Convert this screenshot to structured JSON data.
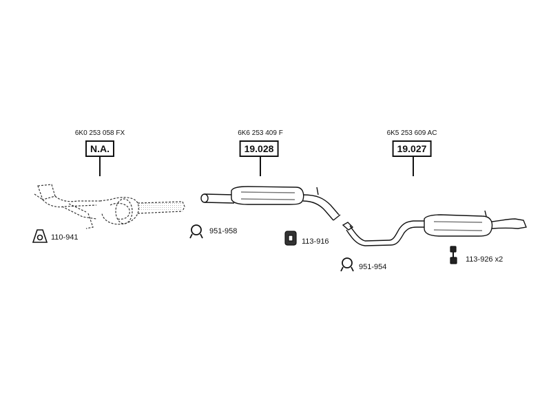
{
  "sections": [
    {
      "oem": "6K0 253 058 FX",
      "ref": "N.A."
    },
    {
      "oem": "6K6 253 409 F",
      "ref": "19.028"
    },
    {
      "oem": "6K5 253 609 AC",
      "ref": "19.027"
    }
  ],
  "parts": [
    {
      "code": "110-941",
      "icon": "gasket-icon"
    },
    {
      "code": "951-958",
      "icon": "clamp-icon"
    },
    {
      "code": "113-916",
      "icon": "rubber-mount-icon"
    },
    {
      "code": "951-954",
      "icon": "clamp-icon"
    },
    {
      "code": "113-926 x2",
      "icon": "hanger-icon"
    }
  ]
}
